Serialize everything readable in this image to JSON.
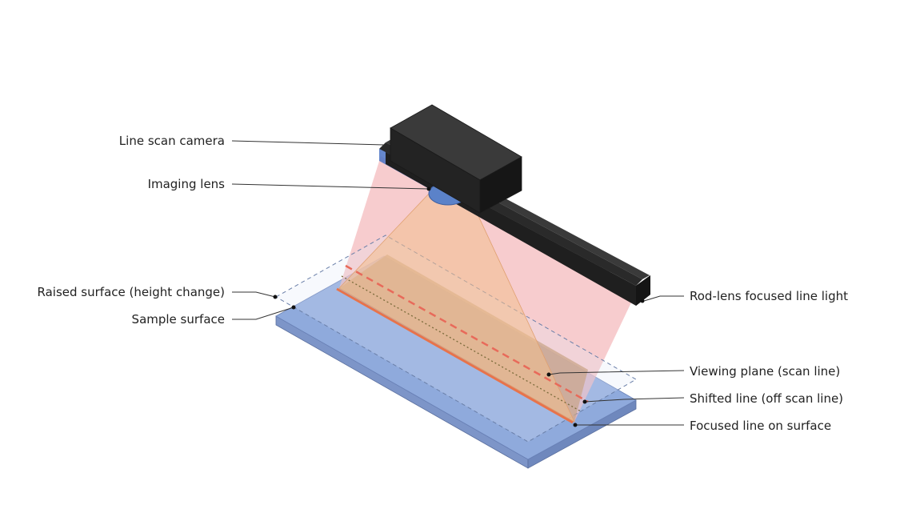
{
  "labels": {
    "camera": "Line scan camera",
    "lens": "Imaging lens",
    "raised": "Raised surface (height change)",
    "sample": "Sample surface",
    "light": "Rod-lens focused line light",
    "viewing": "Viewing plane (scan line)",
    "shifted": "Shifted line (off scan line)",
    "focused": "Focused line on surface"
  },
  "colors": {
    "sample_top": "#8faadc",
    "sample_side": "#7d95c8",
    "light_cone": "#f4b6b9",
    "view_cone": "#f2c08e",
    "raised_plane": "#c9a58a",
    "camera_body": "#1e1e1e",
    "light_bar": "#262626",
    "light_accent": "#4a72c4",
    "focused_line": "#e8734a",
    "shifted_line": "#e86a5a",
    "scan_line": "#7a6a3a"
  }
}
